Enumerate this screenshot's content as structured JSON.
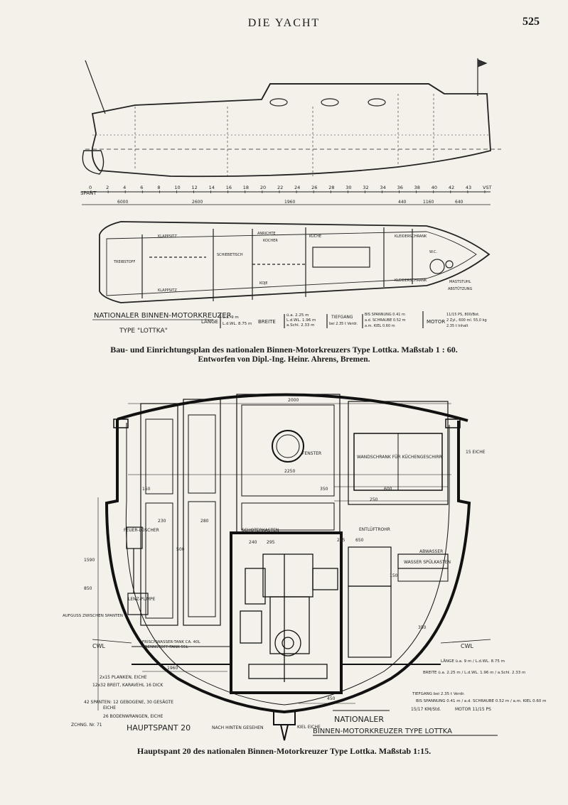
{
  "header": {
    "title": "DIE YACHT",
    "page_number": "525"
  },
  "figure1": {
    "caption_line1": "Bau- und Einrichtungsplan des nationalen Binnen-Motorkreuzers Type Lottka.  Maßstab 1 : 60.",
    "caption_line2": "Entworfen von Dipl.-Ing. Heinr. Ahrens, Bremen.",
    "title_block": "NATIONALER BINNEN-MOTORKREUZER",
    "type_label": "TYPE \"LOTTKA\"",
    "spant_label": "SPANT",
    "frame_numbers": [
      "0",
      "2",
      "4",
      "6",
      "8",
      "10",
      "12",
      "14",
      "16",
      "18",
      "20",
      "22",
      "24",
      "26",
      "28",
      "30",
      "32",
      "34",
      "36",
      "38",
      "40",
      "42",
      "43",
      "VST"
    ],
    "dimensions": [
      "6000",
      "2600",
      "1960",
      "440",
      "1160",
      "640"
    ],
    "specs": {
      "laenge_label": "LÄNGE",
      "laenge_values": [
        "ü.a. 9 m",
        "L.d.WL. 8.75 m"
      ],
      "breite_label": "BREITE",
      "breite_values": [
        "ü.a. 2.25 m",
        "L.d.WL. 1.96 m",
        "a.Schl. 2.33 m"
      ],
      "tiefgang_label": "TIEFGANG",
      "tiefgang_values": [
        "bei 2.35 t Verdr."
      ],
      "depth_values": [
        "BIS SPANNUNG 0.41 m",
        "a.d. SCHRAUBE 0.52 m",
        "a.m. KIEL 0.60 m"
      ],
      "motor_label": "MOTOR",
      "motor_values": [
        "11/15 PS, 800/Bot.",
        "2 Zyl., 600 ml. 55,0 kg",
        "2.35 t Inhalt"
      ]
    },
    "plan_labels": [
      "KLAPPSITZ",
      "KLAPPSITZ",
      "SCHIEBETISCH",
      "ANRICHTE",
      "KOCHER",
      "KÜCHE",
      "W.C.",
      "KLEIDERSCHRANK",
      "KLEIDERSCHRANK",
      "MASTSTUHL",
      "ABSTÜTZUNG",
      "KOJE",
      "TREIBSTOFF"
    ]
  },
  "figure2": {
    "caption": "Hauptspant 20 des nationalen Binnen-Motorkreuzer Type Lottka.  Maßstab 1:15.",
    "title_block_line1": "NATIONALER",
    "title_block_line2": "BINNEN-MOTORKREUZER TYPE LOTTKA",
    "hauptspant": "HAUPTSPANT 20",
    "nach_hinten": "NACH HINTEN GESEHEN",
    "zeichnung": "ZCHNG. Nr. 71",
    "labels": {
      "feuerloescher": "FEUER-LÖSCHER",
      "lenzpumpe": "LENZ-PUMPE",
      "schoterkasten": "SCHOTERKASTEN",
      "wandschrank": "WANDSCHRANK FÜR KÜCHENGESCHIRR",
      "fenster": "FENSTER",
      "entlueftrohr": "ENTLÜFTROHR",
      "abwasser": "ABWASSER",
      "wasserspuelkasten": "WASSER SPÜLKASTEN",
      "cwl_left": "CWL",
      "cwl_right": "CWL",
      "aufgussn": "AUFGUSS ZWISCHEN SPANTEN",
      "treibstoff": "FRISCHWASSER-TANK CA. 40L",
      "brennstoff": "BRENNSTOFF-TANK 55L",
      "eiche": "15 EICHE",
      "kiel": "KIEL EICHE"
    },
    "left_specs": [
      "2x15 PLANKEN, EICHE",
      "12x32 BREIT, KARAVEHL 16 DICK",
      "42 SPANTEN: 12 GEBOGENE, 30 GESÄGTE",
      "EICHE",
      "26 BODENWRANGEN, EICHE"
    ],
    "dimensions": [
      "2000",
      "2250",
      "350",
      "600",
      "250",
      "230",
      "280",
      "150",
      "1590",
      "850",
      "500",
      "450",
      "240",
      "295",
      "650",
      "265",
      "150",
      "350",
      "1960"
    ],
    "right_specs": {
      "laenge": "LÄNGE ü.a. 9 m / L.d.WL. 8.75 m",
      "breite": "BREITE ü.a. 2.25 m / L.d.WL. 1.96 m / a.Schl. 2.33 m",
      "tiefgang": "TIEFGANG bei 2.35 t Verdr.",
      "depth": "BIS SPANNUNG 0.41 m / a.d. SCHRAUBE 0.52 m / a.m. KIEL 0.60 m",
      "speed": "15/17 KM/Std.",
      "motor": "MOTOR 11/15 PS"
    }
  }
}
